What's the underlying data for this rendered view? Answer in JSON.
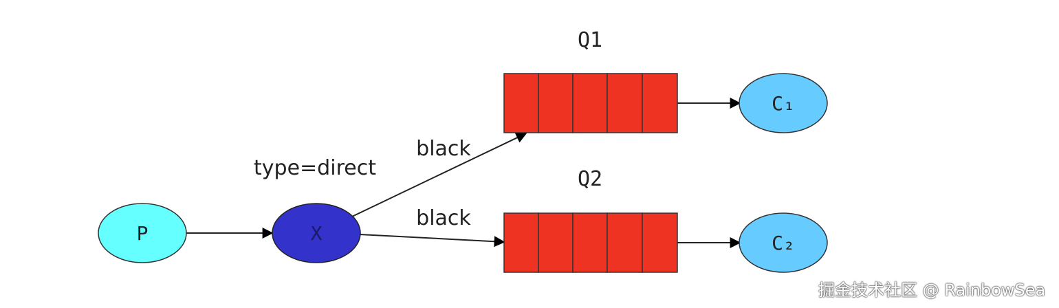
{
  "diagram": {
    "nodes": {
      "producer": {
        "label": "P",
        "fill": "#66ffff"
      },
      "exchange": {
        "label": "X",
        "fill": "#3333cc",
        "annotation": "type=direct"
      },
      "queue1": {
        "label": "Q1",
        "fill": "#ee3322"
      },
      "queue2": {
        "label": "Q2",
        "fill": "#ee3322"
      },
      "consumer1": {
        "label": "C₁",
        "fill": "#66ccff"
      },
      "consumer2": {
        "label": "C₂",
        "fill": "#66ccff"
      }
    },
    "edges": {
      "exchange_to_q1": {
        "label": "black"
      },
      "exchange_to_q2": {
        "label": "black"
      }
    }
  },
  "watermark": {
    "text": "掘金技术社区 @ RainbowSea"
  }
}
